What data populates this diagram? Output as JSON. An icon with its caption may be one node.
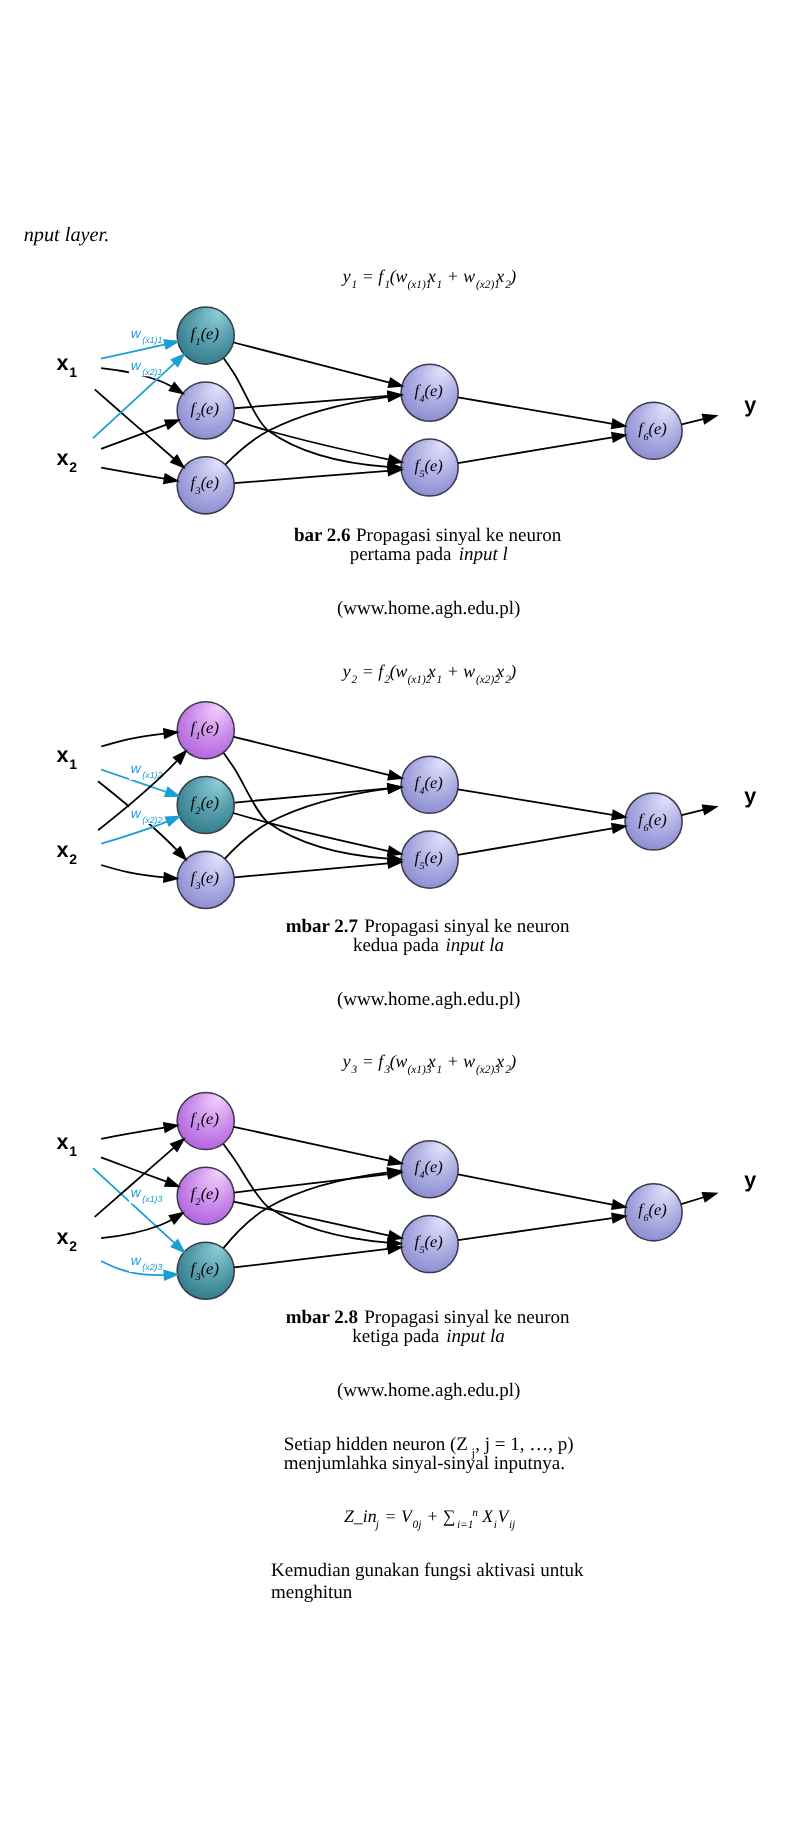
{
  "diagram": {
    "nodes": [
      {
        "text": [
          "x$_{1}$"
        ]
      },
      {
        "text": [
          "x$_{2}$"
        ]
      },
      {
        "text": [
          "f$_{1}$(e)"
        ]
      },
      {
        "text": [
          "f$_{2}$(e)"
        ]
      },
      {
        "text": [
          "f$_{3}$(e)"
        ]
      },
      {
        "text": [
          "f$_{4}$(e)"
        ]
      },
      {
        "text": [
          "f$_{5}$(e)"
        ]
      },
      {
        "text": [
          "f$_{6}$(e)"
        ]
      },
      {
        "text": [
          "y"
        ]
      },
      {
        "text": [
          "x$_{1}$"
        ]
      },
      {
        "text": [
          "x$_{2}$"
        ]
      },
      {
        "text": [
          "f$_{1}$(e)"
        ]
      },
      {
        "text": [
          "f$_{2}$(e)"
        ]
      },
      {
        "text": [
          "f$_{3}$(e)"
        ]
      },
      {
        "text": [
          "f$_{4}$(e)"
        ]
      },
      {
        "text": [
          "f$_{5}$(e)"
        ]
      },
      {
        "text": [
          "f$_{6}$(e)"
        ]
      },
      {
        "text": [
          "y"
        ]
      },
      {
        "text": [
          "x$_{1}$"
        ]
      },
      {
        "text": [
          "x$_{2}$"
        ]
      },
      {
        "text": [
          "f$_{1}$(e)"
        ]
      },
      {
        "text": [
          "f$_{2}$(e)"
        ]
      },
      {
        "text": [
          "f$_{3}$(e)"
        ]
      },
      {
        "text": [
          "f$_{4}$(e)"
        ]
      },
      {
        "text": [
          "f$_{5}$(e)"
        ]
      },
      {
        "text": [
          "f$_{6}$(e)"
        ]
      },
      {
        "text": [
          "y"
        ]
      }
    ],
    "edges": [
      {
        "from": 0,
        "to": 2,
        "arrow": "to",
        "label": "w$_{(x1)1}$",
        "color": "#1a9fd4"
      },
      {
        "from": 0,
        "to": 3,
        "arrow": "to"
      },
      {
        "from": 0,
        "to": 4,
        "arrow": "to"
      },
      {
        "from": 1,
        "to": 2,
        "arrow": "to",
        "label": "w$_{(x2)1}$",
        "color": "#1a9fd4"
      },
      {
        "from": 1,
        "to": 3,
        "arrow": "to"
      },
      {
        "from": 1,
        "to": 4,
        "arrow": "to"
      },
      {
        "from": 2,
        "to": 5,
        "arrow": "to"
      },
      {
        "from": 2,
        "to": 6,
        "arrow": "to"
      },
      {
        "from": 3,
        "to": 5,
        "arrow": "to"
      },
      {
        "from": 3,
        "to": 6,
        "arrow": "to"
      },
      {
        "from": 4,
        "to": 5,
        "arrow": "to"
      },
      {
        "from": 4,
        "to": 6,
        "arrow": "to"
      },
      {
        "from": 5,
        "to": 7,
        "arrow": "to"
      },
      {
        "from": 6,
        "to": 7,
        "arrow": "to"
      },
      {
        "from": 7,
        "to": 8,
        "arrow": "to"
      },
      {
        "from": 9,
        "to": 11,
        "arrow": "to"
      },
      {
        "from": 9,
        "to": 12,
        "arrow": "to",
        "label": "w$_{(x1)2}$",
        "color": "#1a9fd4"
      },
      {
        "from": 9,
        "to": 13,
        "arrow": "to"
      },
      {
        "from": 10,
        "to": 11,
        "arrow": "to"
      },
      {
        "from": 10,
        "to": 12,
        "arrow": "to",
        "label": "w$_{(x2)2}$",
        "color": "#1a9fd4"
      },
      {
        "from": 10,
        "to": 13,
        "arrow": "to"
      },
      {
        "from": 11,
        "to": 14,
        "arrow": "to"
      },
      {
        "from": 11,
        "to": 15,
        "arrow": "to"
      },
      {
        "from": 12,
        "to": 14,
        "arrow": "to"
      },
      {
        "from": 12,
        "to": 15,
        "arrow": "to"
      },
      {
        "from": 13,
        "to": 14,
        "arrow": "to"
      },
      {
        "from": 13,
        "to": 15,
        "arrow": "to"
      },
      {
        "from": 14,
        "to": 16,
        "arrow": "to"
      },
      {
        "from": 15,
        "to": 16,
        "arrow": "to"
      },
      {
        "from": 16,
        "to": 17,
        "arrow": "to"
      },
      {
        "from": 18,
        "to": 20,
        "arrow": "to"
      },
      {
        "from": 18,
        "to": 21,
        "arrow": "to"
      },
      {
        "from": 18,
        "to": 22,
        "arrow": "to",
        "label": "w$_{(x1)3}$",
        "color": "#1a9fd4"
      },
      {
        "from": 19,
        "to": 20,
        "arrow": "to"
      },
      {
        "from": 19,
        "to": 21,
        "arrow": "to"
      },
      {
        "from": 19,
        "to": 22,
        "arrow": "to",
        "label": "w$_{(x2)3}$",
        "color": "#1a9fd4"
      },
      {
        "from": 20,
        "to": 23,
        "arrow": "to"
      },
      {
        "from": 20,
        "to": 24,
        "arrow": "to"
      },
      {
        "from": 21,
        "to": 23,
        "arrow": "to"
      },
      {
        "from": 21,
        "to": 24,
        "arrow": "to"
      },
      {
        "from": 22,
        "to": 23,
        "arrow": "to"
      },
      {
        "from": 22,
        "to": 24,
        "arrow": "to"
      },
      {
        "from": 23,
        "to": 25,
        "arrow": "to"
      },
      {
        "from": 24,
        "to": 25,
        "arrow": "to"
      },
      {
        "from": 25,
        "to": 26,
        "arrow": "to"
      }
    ],
    "labels": [
      "nput layer.",
      "y$_{1}$ = f$_{1}$(w$_{(x1)1}$x$_{1}$ + w$_{(x2)1}$x$_{2}$)",
      "**bar 2.6** Propagasi sinyal ke neuron pertama pada *input l*",
      "(www.home.agh.edu.pl)",
      "y$_{2}$ = f$_{2}$(w$_{(x1)2}$x$_{1}$ + w$_{(x2)2}$x$_{2}$)",
      "**mbar 2.7** Propagasi sinyal ke neuron kedua pada *input la*",
      "(www.home.agh.edu.pl)",
      "y$_{3}$ = f$_{3}$(w$_{(x1)3}$x$_{1}$ + w$_{(x2)3}$x$_{2}$)",
      "**mbar 2.8** Propagasi sinyal ke neuron ketiga pada *input la*",
      "(www.home.agh.edu.pl)",
      "Setiap hidden neuron (Z$_{j}$, j = 1, …, p) menjumlahka sinyal-sinyal inputnya.",
      "Z_in$_{j}$ = V$_{0j}$ + ∑$_{i=1}$$^{n}$ X$_{i}$V$_{ij}$",
      "Kemudian gunakan fungsi aktivasi untuk menghitun"
    ]
  }
}
